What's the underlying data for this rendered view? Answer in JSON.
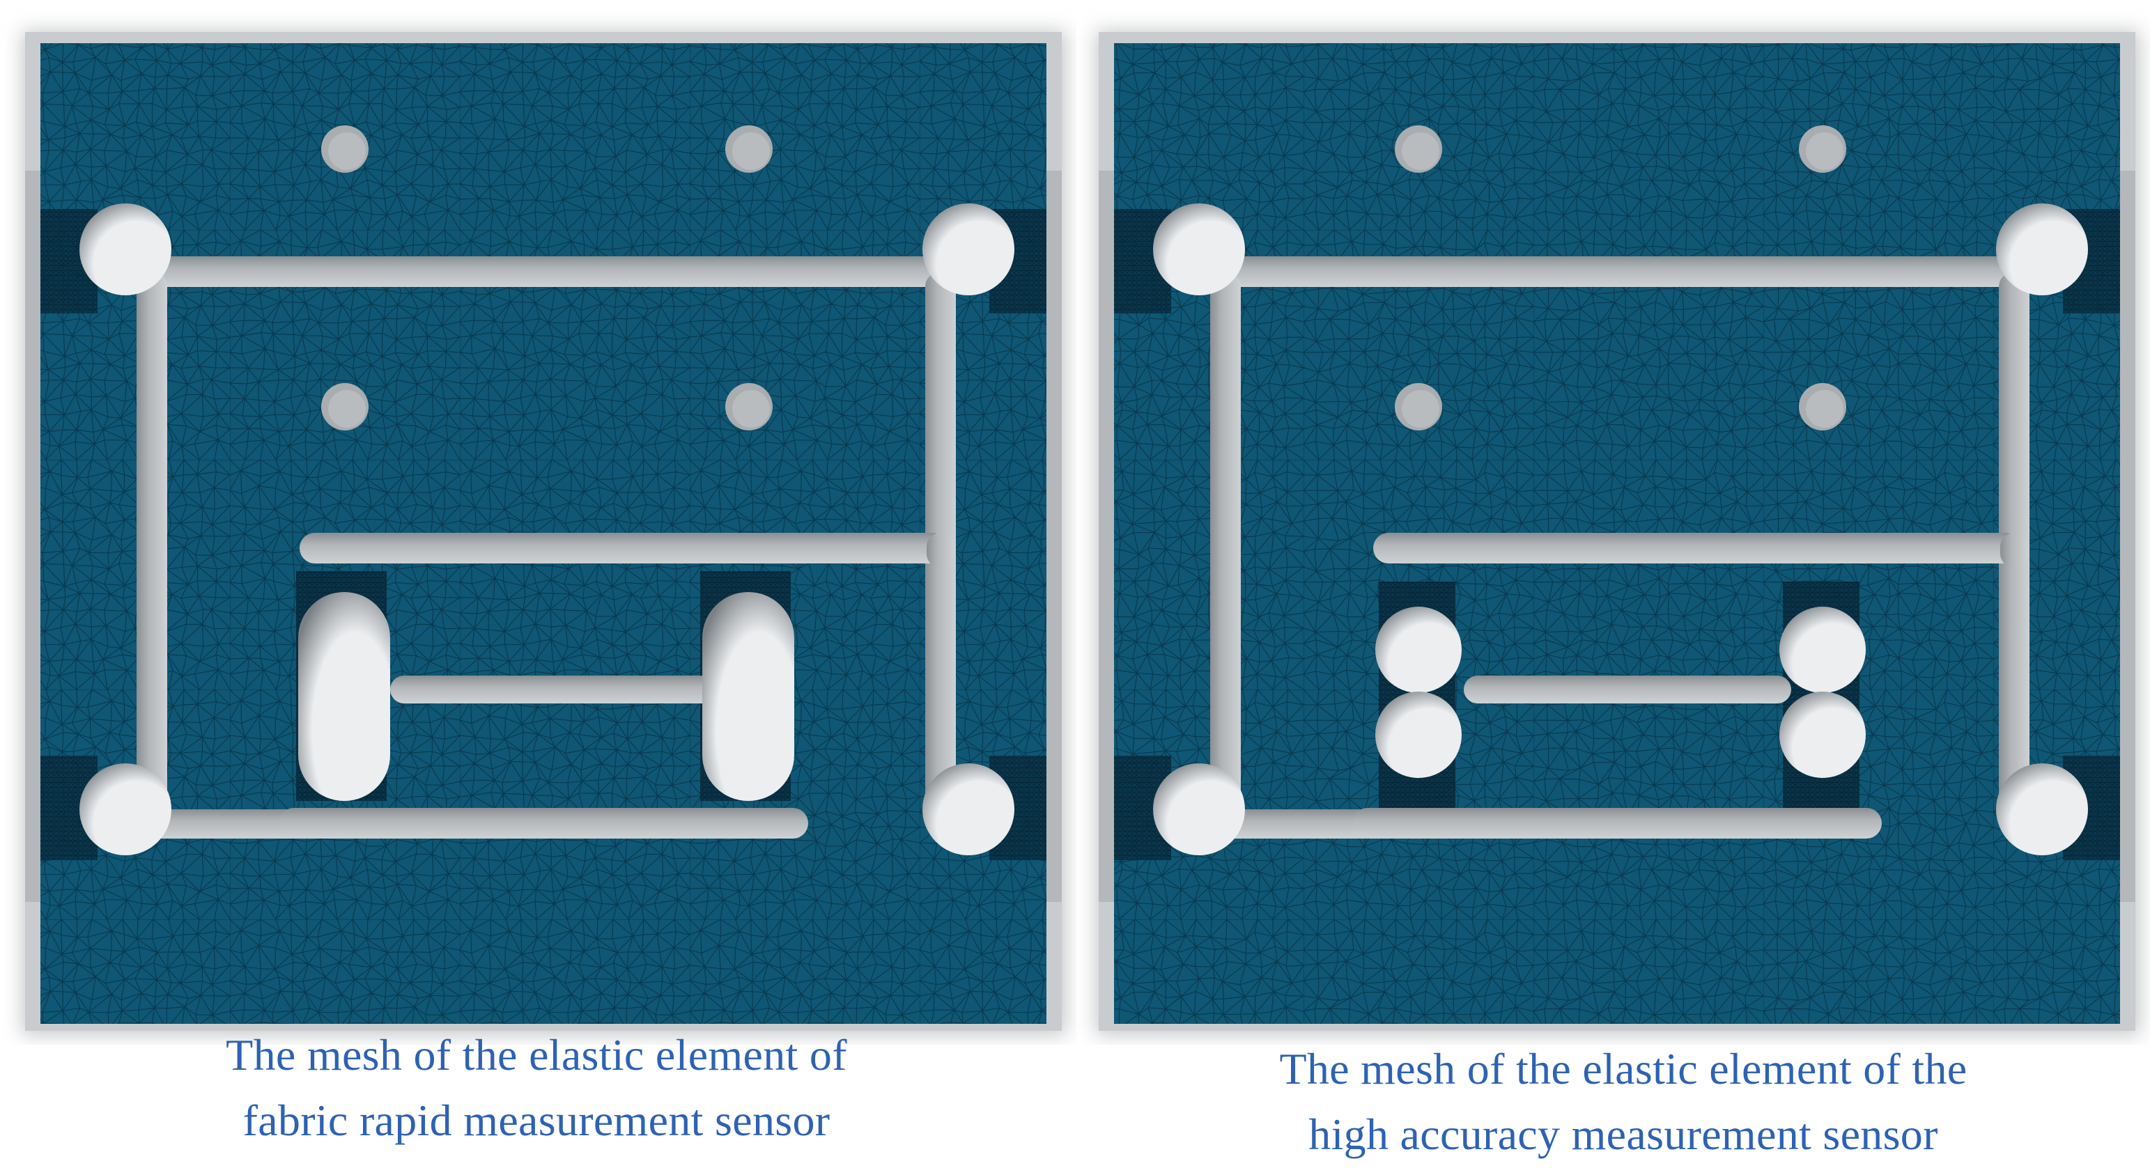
{
  "colors": {
    "mesh_fill": "#0f5774",
    "mesh_line": "#07354a",
    "frame": "#a6aaad",
    "frame_edge": "#c9ccce",
    "hole_light": "#eceef0",
    "hole_shadow": "#7a8084",
    "caption_text": "#2e62b2"
  },
  "panels": [
    {
      "id": "fabric-rapid",
      "caption_lines": [
        "The mesh of the elastic element of",
        "fabric rapid  measurement sensor"
      ],
      "hinge_type": "stadium"
    },
    {
      "id": "high-accuracy",
      "caption_lines": [
        "The mesh of the elastic element of the",
        "high accuracy measurement sensor"
      ],
      "hinge_type": "double-circle"
    }
  ]
}
